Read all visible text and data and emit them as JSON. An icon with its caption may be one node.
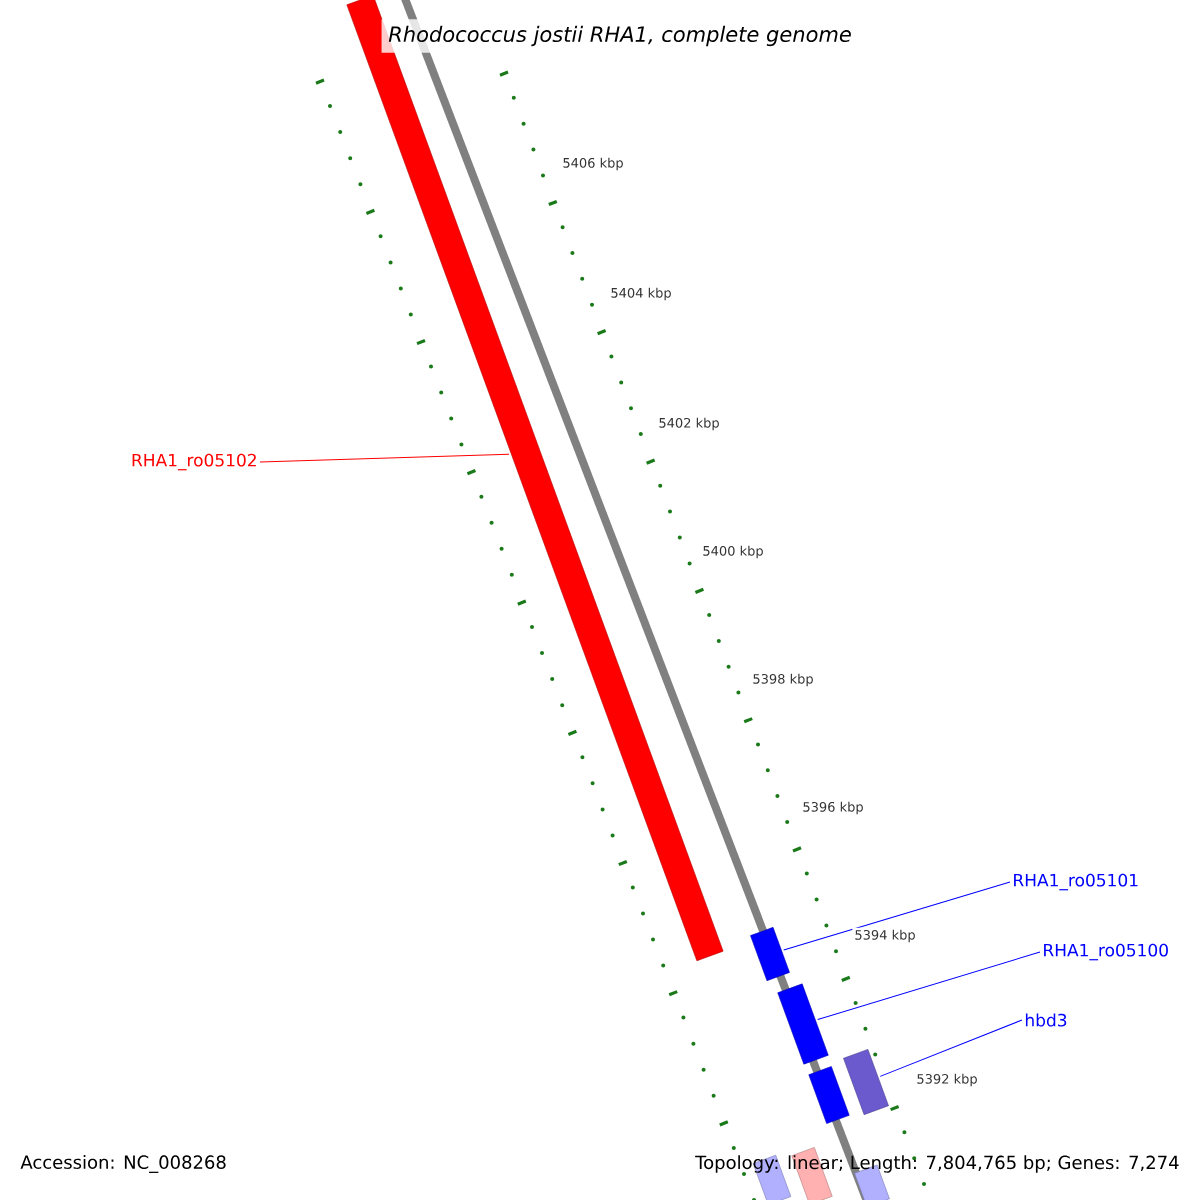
{
  "diagram": {
    "title": "Rhodococcus jostii RHA1, complete genome",
    "nodes": [
      {
        "text": [
          "RHA1_ro05102"
        ]
      },
      {
        "text": [],
        "shape": "bar"
      },
      {
        "text": [
          "RHA1_ro05101"
        ]
      },
      {
        "text": [],
        "shape": "bar"
      },
      {
        "text": [
          "RHA1_ro05100"
        ]
      },
      {
        "text": [],
        "shape": "bar"
      },
      {
        "text": [
          "hbd3"
        ]
      },
      {
        "text": [],
        "shape": "bar"
      },
      {
        "text": [],
        "shape": "bar"
      },
      {
        "text": [],
        "shape": "bar"
      },
      {
        "text": [],
        "shape": "bar"
      },
      {
        "text": [],
        "shape": "bar"
      }
    ],
    "edges": [
      {
        "from": 0,
        "to": 1,
        "arrow": "none",
        "color": "#ff0000"
      },
      {
        "from": 2,
        "to": 3,
        "arrow": "none"
      },
      {
        "from": 4,
        "to": 5,
        "arrow": "none"
      },
      {
        "from": 6,
        "to": 7,
        "arrow": "none"
      }
    ],
    "labels": [
      "5406 kbp",
      "5404 kbp",
      "5402 kbp",
      "5400 kbp",
      "5398 kbp",
      "5396 kbp",
      "5394 kbp",
      "5392 kbp",
      "Accession: NC_008268",
      "Topology: linear; Length: 7,804,765 bp; Genes: 7,274"
    ]
  }
}
